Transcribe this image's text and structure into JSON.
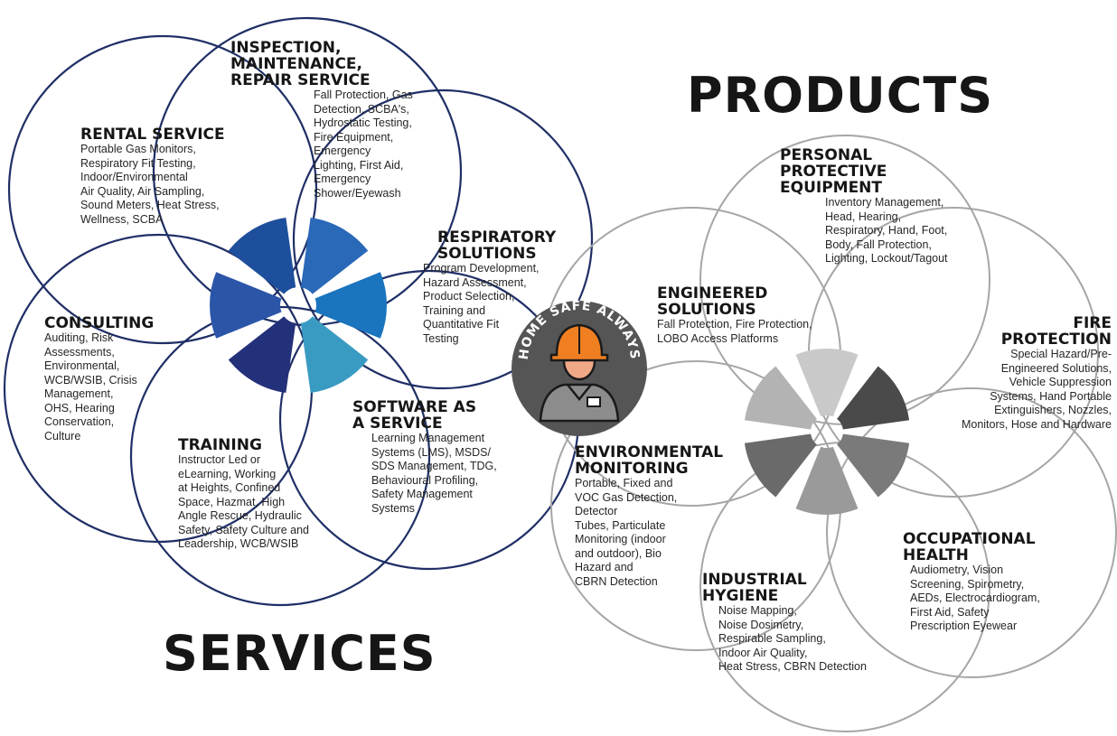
{
  "titles": {
    "products": "PRODUCTS",
    "services": "SERVICES"
  },
  "center": {
    "badge_text": "HOME SAFE ALWAYS"
  },
  "services": [
    {
      "title": "INSPECTION,\nMAINTENANCE,\nREPAIR SERVICE",
      "description": "Fall Protection, Gas\nDetection, SCBA's,\nHydrostatic Testing,\nFire Equipment,\nEmergency\nLighting, First Aid,\nEmergency\nShower/Eyewash"
    },
    {
      "title": "RENTAL SERVICE",
      "description": "Portable Gas Monitors,\nRespiratory Fit Testing,\nIndoor/Environmental\nAir Quality, Air Sampling,\nSound Meters, Heat Stress,\nWellness, SCBA"
    },
    {
      "title": "RESPIRATORY\nSOLUTIONS",
      "description": "Program Development,\nHazard Assessment,\nProduct Selection,\nTraining and\nQuantitative Fit\nTesting"
    },
    {
      "title": "CONSULTING",
      "description": "Auditing, Risk\nAssessments,\nEnvironmental,\nWCB/WSIB, Crisis\nManagement,\nOHS, Hearing\nConservation,\nCulture"
    },
    {
      "title": "TRAINING",
      "description": "Instructor Led or\neLearning, Working\nat Heights, Confined\nSpace, Hazmat, High\nAngle Rescue, Hydraulic\nSafety, Safety Culture and\nLeadership, WCB/WSIB"
    },
    {
      "title": "SOFTWARE AS\nA SERVICE",
      "description": "Learning Management\nSystems (LMS), MSDS/\nSDS Management, TDG,\nBehavioural Profiling,\nSafety Management\nSystems"
    }
  ],
  "products": [
    {
      "title": "PERSONAL\nPROTECTIVE\nEQUIPMENT",
      "description": "Inventory Management,\nHead, Hearing,\nRespiratory, Hand, Foot,\nBody, Fall Protection,\nLighting, Lockout/Tagout"
    },
    {
      "title": "ENGINEERED\nSOLUTIONS",
      "description": "Fall Protection, Fire Protection,\nLOBO Access Platforms"
    },
    {
      "title": "FIRE\nPROTECTION",
      "description": "Special Hazard/Pre-\nEngineered Solutions,\nVehicle Suppression\nSystems, Hand Portable\nExtinguishers, Nozzles,\nMonitors, Hose and Hardware"
    },
    {
      "title": "ENVIRONMENTAL\nMONITORING",
      "description": "Portable, Fixed and\nVOC Gas Detection,\nDetector\nTubes, Particulate\nMonitoring (indoor\nand outdoor), Bio\nHazard and\nCBRN Detection"
    },
    {
      "title": "OCCUPATIONAL\nHEALTH",
      "description": "Audiometry, Vision\nScreening, Spirometry,\nAEDs, Electrocardiogram,\nFirst Aid, Safety\nPrescription Eyewear"
    },
    {
      "title": "INDUSTRIAL\nHYGIENE",
      "description": "Noise Mapping,\nNoise Dosimetry,\nRespirable Sampling,\nIndoor Air Quality,\nHeat Stress, CBRN Detection"
    }
  ],
  "colors": {
    "services_ring": "#1f2f66",
    "services_petals": [
      "#1e4f9c",
      "#2a68b8",
      "#1a74be",
      "#3a9bc2",
      "#23307a",
      "#2b56a8"
    ],
    "products_ring": "#a6a6a6",
    "products_petals": [
      "#c9c9c9",
      "#4a4a4a",
      "#7a7a7a",
      "#9a9a9a",
      "#6a6a6a",
      "#b3b3b3"
    ],
    "badge_bg": "#555555",
    "hard_hat": "#f07f22",
    "skin": "#f0a987"
  }
}
